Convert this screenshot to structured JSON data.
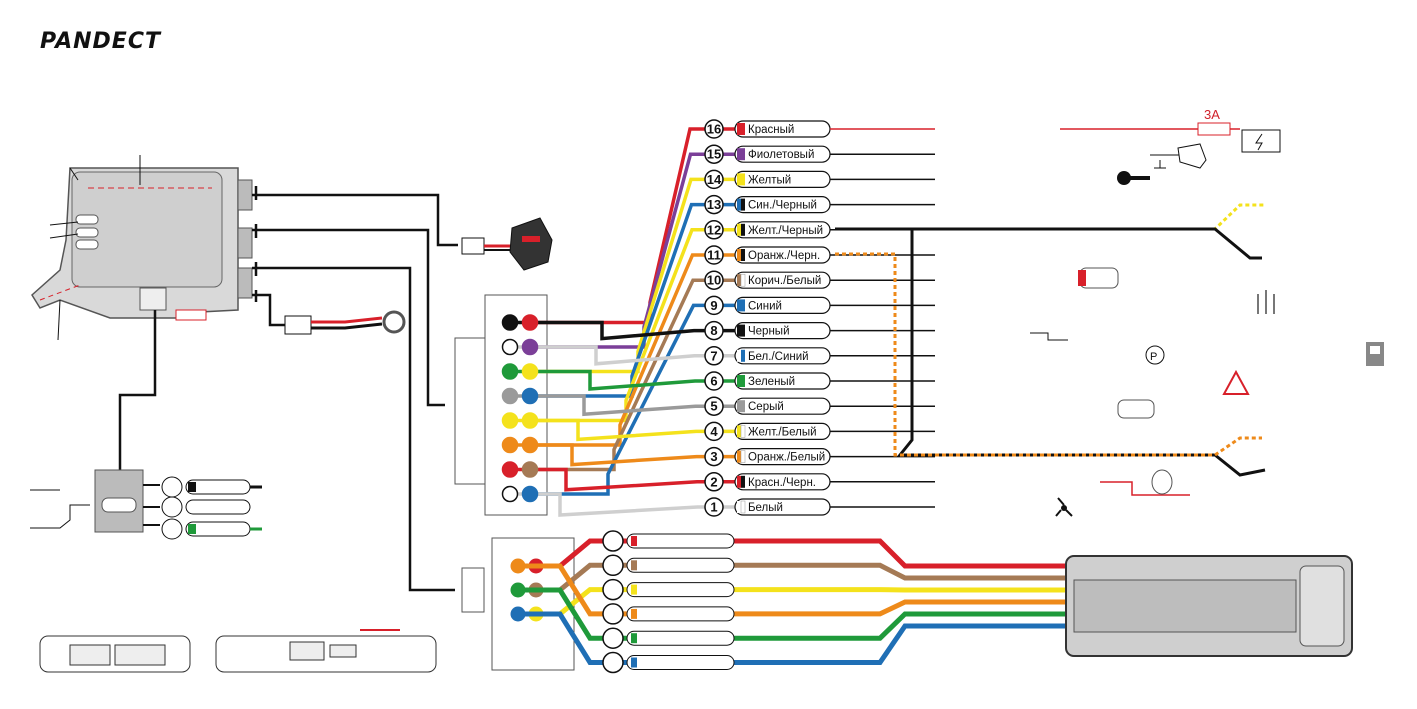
{
  "brand": {
    "name": "PANDECT"
  },
  "colors": {
    "red": "#d8202a",
    "violet": "#7b3f98",
    "yellow": "#f4e21c",
    "black": "#111111",
    "blue": "#1f6fb5",
    "green": "#1f9a3a",
    "grey": "#9a9a9a",
    "brown": "#a57a55",
    "orange": "#ee8a1a",
    "white": "#ffffff",
    "darkblue": "#1a3a6a"
  },
  "wires": [
    {
      "num": "16",
      "label": "Красный",
      "c1": "red",
      "c2": "red"
    },
    {
      "num": "15",
      "label": "Фиолетовый",
      "c1": "violet",
      "c2": "violet"
    },
    {
      "num": "14",
      "label": "Желтый",
      "c1": "yellow",
      "c2": "yellow"
    },
    {
      "num": "13",
      "label": "Син./Черный",
      "c1": "blue",
      "c2": "black"
    },
    {
      "num": "12",
      "label": "Желт./Черный",
      "c1": "yellow",
      "c2": "black"
    },
    {
      "num": "11",
      "label": "Оранж./Черн.",
      "c1": "orange",
      "c2": "black"
    },
    {
      "num": "10",
      "label": "Корич./Белый",
      "c1": "brown",
      "c2": "white"
    },
    {
      "num": "9",
      "label": "Синий",
      "c1": "blue",
      "c2": "blue"
    },
    {
      "num": "8",
      "label": "Черный",
      "c1": "black",
      "c2": "black"
    },
    {
      "num": "7",
      "label": "Бел./Синий",
      "c1": "white",
      "c2": "blue"
    },
    {
      "num": "6",
      "label": "Зеленый",
      "c1": "green",
      "c2": "green"
    },
    {
      "num": "5",
      "label": "Серый",
      "c1": "grey",
      "c2": "grey"
    },
    {
      "num": "4",
      "label": "Желт./Белый",
      "c1": "yellow",
      "c2": "white"
    },
    {
      "num": "3",
      "label": "Оранж./Белый",
      "c1": "orange",
      "c2": "white"
    },
    {
      "num": "2",
      "label": "Красн./Черн.",
      "c1": "red",
      "c2": "black"
    },
    {
      "num": "1",
      "label": "Белый",
      "c1": "white",
      "c2": "white"
    }
  ],
  "fuse": {
    "label": "3A"
  },
  "lower_wires": [
    "red",
    "brown",
    "yellow",
    "orange",
    "green",
    "blue"
  ],
  "icons": [
    "key-icon",
    "ignition-lock-icon",
    "battery-icon",
    "car-light-icon",
    "heater-icon",
    "parking-brake-icon",
    "hazard-icon",
    "fuel-icon",
    "door-light-icon",
    "siren-icon",
    "fan-icon",
    "temperature-sensor-icon",
    "gsm-module-icon"
  ]
}
